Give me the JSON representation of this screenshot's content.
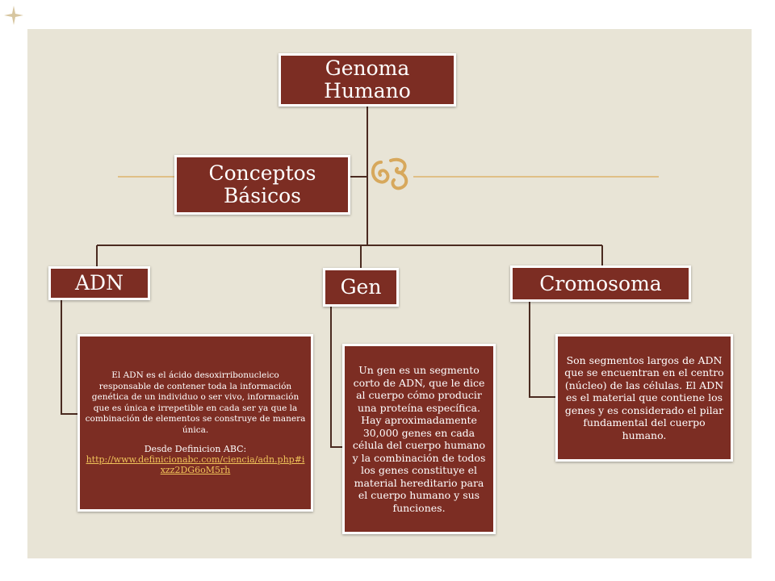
{
  "colors": {
    "box_fill": "#7c2d23",
    "slide_bg": "#e8e4d6",
    "accent_line": "#e0bf86",
    "connector": "#4a2a20",
    "link": "#f0c35a"
  },
  "nodes": {
    "root": {
      "line1": "Genoma",
      "line2": "Humano"
    },
    "concepts": {
      "line1": "Conceptos",
      "line2": "Básicos"
    },
    "adn": {
      "title": "ADN"
    },
    "gen": {
      "title": "Gen"
    },
    "cromosoma": {
      "title": "Cromosoma"
    }
  },
  "descriptions": {
    "adn": {
      "text": "El ADN es el ácido desoxirribonucleico responsable de contener toda la información genética de un individuo o ser vivo, información que es única e irrepetible en cada ser ya que la combinación de elementos se construye de manera única.",
      "source_label": "Desde Definicion ABC:",
      "source_link": "http://www.definicionabc.com/ciencia/adn.php#ixzz2DG6oM5rh"
    },
    "gen": {
      "text": "Un gen es un segmento corto de ADN, que le dice al cuerpo cómo producir una proteína específica. Hay aproximadamente 30,000 genes en cada célula del cuerpo humano y la combinación de todos los genes constituye el material hereditario para el cuerpo humano y sus funciones."
    },
    "cromosoma": {
      "text": "Son segmentos largos de ADN que se encuentran en el centro (núcleo) de las células. El ADN es el material que contiene los genes y es considerado el pilar fundamental del cuerpo humano."
    }
  },
  "icons": {
    "ornament": "scroll-ornament-icon",
    "corner": "sparkle-icon"
  }
}
